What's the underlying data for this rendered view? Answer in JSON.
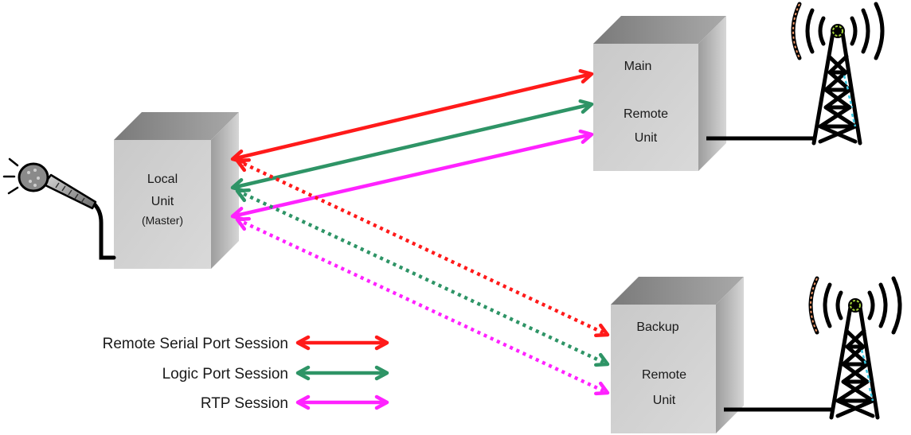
{
  "units": {
    "local": {
      "line1": "Local",
      "line2": "Unit",
      "line3": "(Master)"
    },
    "main": {
      "title": "Main",
      "line1": "Remote",
      "line2": "Unit"
    },
    "backup": {
      "title": "Backup",
      "line1": "Remote",
      "line2": "Unit"
    }
  },
  "legend": [
    {
      "label": "Remote Serial Port Session",
      "color": "#ff1a1a"
    },
    {
      "label": "Logic Port Session",
      "color": "#2e9466"
    },
    {
      "label": "RTP Session",
      "color": "#ff22ff"
    }
  ],
  "colors": {
    "serial": "#ff1a1a",
    "logic": "#2e9466",
    "rtp": "#ff22ff",
    "box_front": "#cecece",
    "box_top": "#8f8f8f",
    "box_side": "#b4b4b4"
  },
  "icons": {
    "microphone": "microphone-icon",
    "tower": "radio-tower-icon"
  }
}
